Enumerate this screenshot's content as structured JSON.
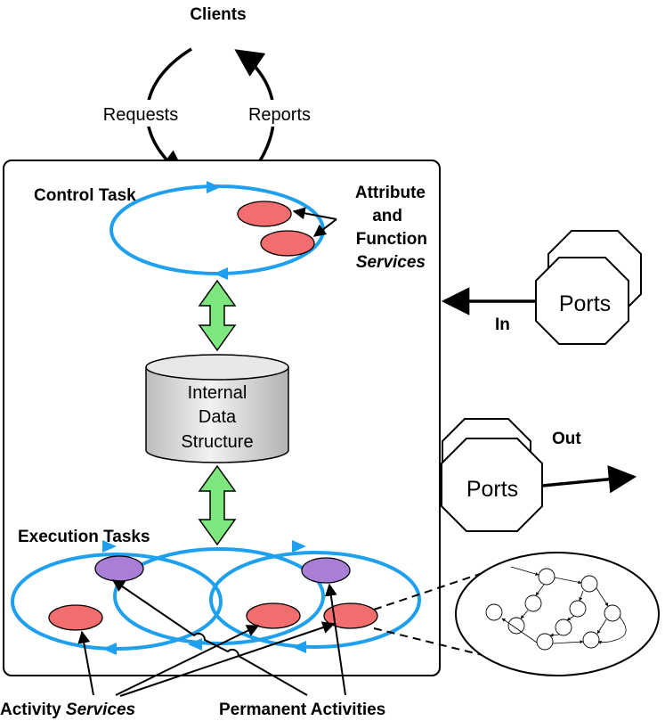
{
  "labels": {
    "clients": "Clients",
    "requests": "Requests",
    "reports": "Reports",
    "control_task": "Control Task",
    "attr_line1": "Attribute",
    "attr_line2": "and",
    "attr_line3": "Function",
    "attr_line4": "Services",
    "ports_in": "Ports",
    "in": "In",
    "data_line1": "Internal",
    "data_line2": "Data",
    "data_line3": "Structure",
    "out": "Out",
    "ports_out": "Ports",
    "execution_tasks": "Execution Tasks",
    "activity": "Activity ",
    "activity_services": "Services",
    "permanent_activities": "Permanent Activities"
  },
  "colors": {
    "task_ring": "#1ea0ee",
    "service": "#f26d6d",
    "permanent_activity": "#a97ed6",
    "bidirectional_arrow": "#7ee87e",
    "data_store": "#d9d9d9"
  }
}
